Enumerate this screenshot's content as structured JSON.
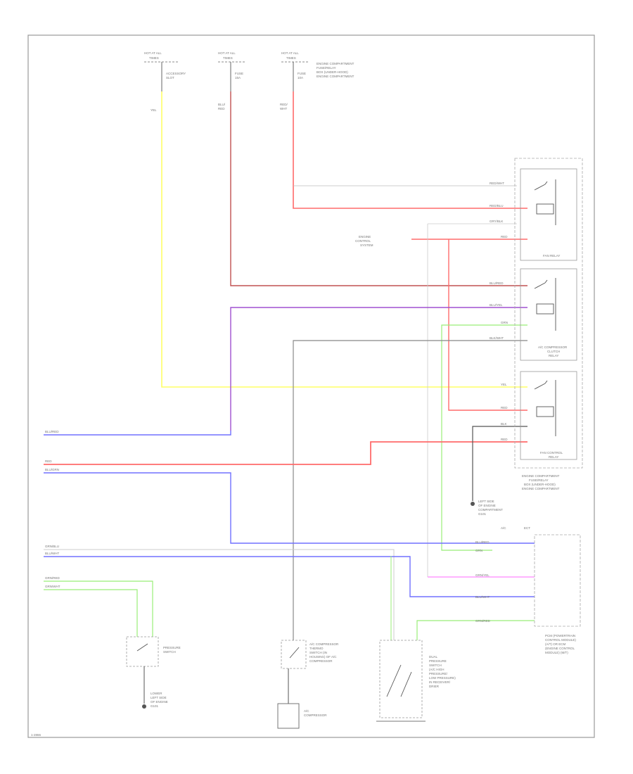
{
  "footer_id": "1-2866",
  "colors": {
    "yellow": "#ffff66",
    "red": "#ff6b6b",
    "dark_red": "#c05050",
    "blue": "#7070ff",
    "purple": "#a050d0",
    "green": "#99ee77",
    "pink": "#ff88ff",
    "gray": "#888888",
    "black": "#555555",
    "frame": "#888888"
  },
  "fuse_labels": {
    "f1_title": "HOT AT ALL",
    "f1_sub": "TIMES",
    "f1_desc1": "ACCESSORY",
    "f1_desc2": "SLOT",
    "f2_title": "HOT AT ALL",
    "f2_sub": "TIMES",
    "f2_desc1": "FUSE",
    "f2_desc2": "15A",
    "f3_title": "HOT AT ALL",
    "f3_sub": "TIMES",
    "f3_desc1": "FUSE",
    "f3_desc2": "10A",
    "f3_box1": "ENGINE COMPARTMENT",
    "f3_box2": "FUSE/RELAY",
    "f3_box3": "BOX (UNDER-HOOD)",
    "f3_box4": "ENGINE COMPARTMENT",
    "w1": "YEL",
    "w2": "BLU/",
    "w2b": "RED",
    "w3": "RED/",
    "w3b": "WHT"
  },
  "relay_box": {
    "row1": "RED/WHT",
    "row2": "RED/BLU",
    "row3": "GRY/BLK",
    "row4": "RED",
    "row5": "BLU/RED",
    "row6": "BLU/YEL",
    "row7": "GRN",
    "row8": "BLK/WHT",
    "row9": "YEL",
    "row10": "RED",
    "row11": "BLK",
    "row12": "RED",
    "relay1": "FAN RELAY",
    "relay2": "A/C COMPRESSOR",
    "relay2b": "CLUTCH",
    "relay2c": "RELAY",
    "relay3": "FAN CONTROL",
    "relay3b": "RELAY",
    "box1": "ENGINE COMPARTMENT",
    "box2": "FUSE/RELAY",
    "box3": "BOX (UNDER-HOOD)",
    "box4": "ENGINE COMPARTMENT",
    "ground1": "LEFT SIDE",
    "ground2": "OF ENGINE",
    "ground3": "COMPARTMENT",
    "ground4": "G101",
    "eng_ctrl1": "ENGINE",
    "eng_ctrl2": "CONTROL",
    "eng_ctrl3": "SYSTEM"
  },
  "left_wires": {
    "w1": "BLU/RED",
    "w2": "RED",
    "w3": "BLU/GRN",
    "w4": "GRN/BLU",
    "w5": "BLU/WHT",
    "w6": "GRN/RED",
    "w7": "GRN/WHT"
  },
  "module": {
    "col1": "A/C",
    "col2": "ECT",
    "r1": "BLU/RED",
    "r2": "GRN",
    "r3": "GRN/YEL",
    "r4": "BLU/WHT",
    "r5": "GRN/RED",
    "name1": "PCM (POWERTRAIN",
    "name2": "CONTROL MODULE)",
    "name3": "(A/T) OR ECM",
    "name4": "(ENGINE CONTROL",
    "name5": "MODULE) (M/T)"
  },
  "components": {
    "pressure1": "PRESSURE",
    "pressure2": "SWITCH",
    "ground_a1": "LOWER",
    "ground_a2": "LEFT SIDE",
    "ground_a3": "OF ENGINE",
    "ground_a4": "G101",
    "compressor_sw1": "A/C COMPRESSOR",
    "compressor_sw2": "THERMO",
    "compressor_sw3": "SWITCH (IN",
    "compressor_sw4": "HOUSING) OF A/C",
    "compressor_sw5": "COMPRESSOR",
    "compressor1": "A/C",
    "compressor2": "COMPRESSOR",
    "dual_sw1": "DUAL",
    "dual_sw2": "PRESSURE",
    "dual_sw3": "SWITCH",
    "dual_sw4": "(A/C HIGH",
    "dual_sw5": "PRESSURE/",
    "dual_sw6": "LOW PRESSURE)",
    "dual_sw7": "IN RECEIVER/",
    "dual_sw8": "DRIER"
  }
}
